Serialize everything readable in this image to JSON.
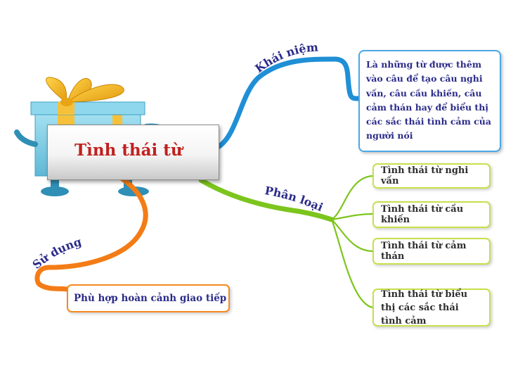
{
  "central_topic": "Tình thái từ",
  "branches": {
    "definition": {
      "label": "Khái niệm",
      "color": "#1f8fd6",
      "text": "Là những từ được thêm vào câu để tạo câu nghi vấn, câu cầu khiến, câu cảm thán hay để biểu thị các sắc thái tình cảm của người nói"
    },
    "classification": {
      "label": "Phân loại",
      "color": "#7cc51d",
      "items": [
        "Tình thái từ nghi vấn",
        "Tình thái từ cầu khiến",
        "Tình thái từ cảm thán",
        "Tình thái từ biểu thị các sắc thái tình cảm"
      ]
    },
    "usage": {
      "label": "Sử dụng",
      "color": "#f47c16",
      "text": "Phù hợp hoàn cảnh giao tiếp"
    }
  },
  "colors": {
    "central_text": "#c0201e",
    "label_text": "#2b2b8a",
    "definition_border": "#4aa8e6",
    "leaf_border": "#c9e04a",
    "usage_border": "#f58a1f",
    "gift_box": "#7fcfe8",
    "gift_ribbon": "#f3b21a"
  },
  "icons": [
    "gift-box-character-icon"
  ]
}
